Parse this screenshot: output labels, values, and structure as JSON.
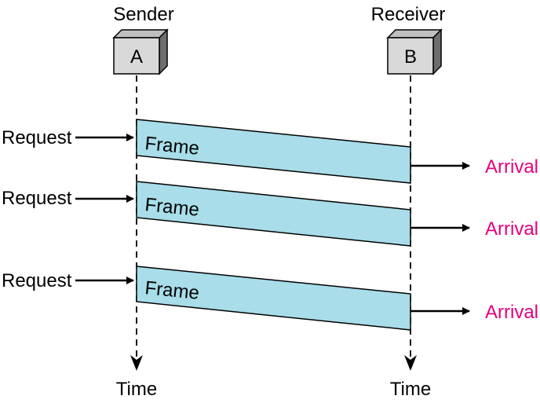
{
  "nodes": [
    {
      "role": "Sender",
      "id": "A"
    },
    {
      "role": "Receiver",
      "id": "B"
    }
  ],
  "time_labels": [
    "Time",
    "Time"
  ],
  "transmissions": [
    {
      "request": "Request",
      "frame": "Frame",
      "arrival": "Arrival"
    },
    {
      "request": "Request",
      "frame": "Frame",
      "arrival": "Arrival"
    },
    {
      "request": "Request",
      "frame": "Frame",
      "arrival": "Arrival"
    }
  ],
  "colors": {
    "frame_fill": "#a8dde9",
    "arrival_text": "#e6007e",
    "node_front": "#d9d9d9",
    "node_top": "#bfbfbf",
    "node_side": "#6e6e6e",
    "line": "#000000"
  }
}
